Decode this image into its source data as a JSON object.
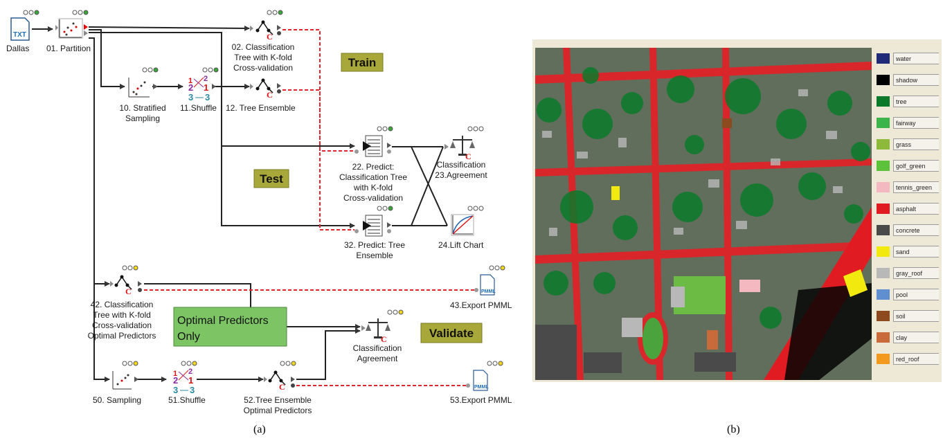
{
  "nodes": {
    "dallas": "Dallas",
    "partition": "01. Partition",
    "ct": [
      "02. Classification",
      "Tree with K-fold",
      "Cross-validation"
    ],
    "strat": [
      "10. Stratified",
      "Sampling"
    ],
    "shuffle11": "11.Shuffle",
    "te12": "12. Tree Ensemble",
    "pred22": [
      "22. Predict:",
      "Classification Tree",
      "with K-fold",
      "Cross-validation"
    ],
    "agree23": [
      "Classification",
      "23.Agreement"
    ],
    "pred32": [
      "32. Predict: Tree",
      "Ensemble"
    ],
    "lift24": "24.Lift Chart",
    "ct42": [
      "42. Classification",
      "Tree with K-fold",
      "Cross-validation",
      "Optimal Predictors"
    ],
    "pmml43": "43.Export PMML",
    "agree_opt": [
      "Classification",
      "Agreement"
    ],
    "samp50": "50. Sampling",
    "shuffle51": "51.Shuffle",
    "te52": [
      "52.Tree Ensemble",
      "Optimal Predictors"
    ],
    "pmml53": "53.Export PMML",
    "txt_icon": "TXT",
    "pmml_icon": "PMML",
    "shuffle_icon": {
      "a": "1",
      "b": "2",
      "c": "2",
      "d": "1",
      "e": "3",
      "f": "3"
    },
    "tree_c": "C"
  },
  "phases": {
    "train": "Train",
    "test": "Test",
    "validate": "Validate"
  },
  "optimal_box": [
    "Optimal Predictors",
    "Only"
  ],
  "legend": [
    {
      "label": "water",
      "color": "#1f2a78"
    },
    {
      "label": "shadow",
      "color": "#000000"
    },
    {
      "label": "tree",
      "color": "#0a7a2a"
    },
    {
      "label": "fairway",
      "color": "#3cb449"
    },
    {
      "label": "grass",
      "color": "#8dba3a"
    },
    {
      "label": "golf_green",
      "color": "#5cc23c"
    },
    {
      "label": "tennis_green",
      "color": "#f4b8c0"
    },
    {
      "label": "asphalt",
      "color": "#e11b22"
    },
    {
      "label": "concrete",
      "color": "#4a4a4a"
    },
    {
      "label": "sand",
      "color": "#f2ea0e"
    },
    {
      "label": "gray_roof",
      "color": "#b8b8b8"
    },
    {
      "label": "pool",
      "color": "#5f8fd1"
    },
    {
      "label": "soil",
      "color": "#8c4a1e"
    },
    {
      "label": "clay",
      "color": "#c86a3a"
    },
    {
      "label": "red_roof",
      "color": "#f39a1e"
    }
  ],
  "captions": {
    "a": "(a)",
    "b": "(b)"
  }
}
